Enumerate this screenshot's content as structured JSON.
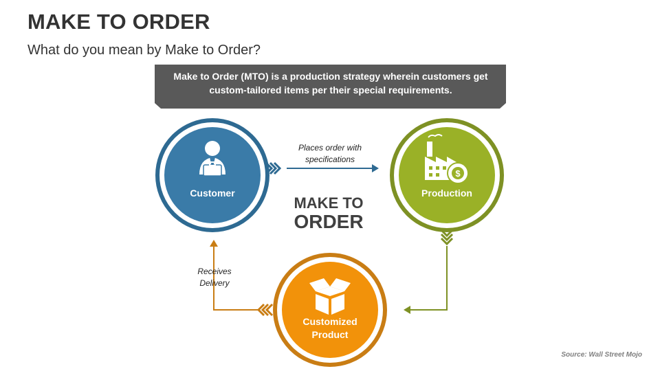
{
  "header": {
    "title": "MAKE TO ORDER",
    "subtitle": "What do you mean by Make to Order?"
  },
  "banner": {
    "line1": "Make to Order (MTO) is a production strategy wherein customers get",
    "line2": "custom-tailored items per their special requirements."
  },
  "center": {
    "line1": "MAKE TO",
    "line2": "ORDER"
  },
  "nodes": {
    "customer": {
      "label": "Customer",
      "color": "#3a7ba8",
      "ring": "#2e6a92",
      "icon": "businessman-icon"
    },
    "production": {
      "label": "Production",
      "color": "#9ab127",
      "ring": "#7e9124",
      "icon": "factory-gear-icon"
    },
    "product": {
      "line1": "Customized",
      "line2": "Product",
      "color": "#f2920a",
      "ring": "#c97d14",
      "icon": "open-box-icon"
    }
  },
  "edges": {
    "order": {
      "line1": "Places order with",
      "line2": "specifications"
    },
    "delivery": {
      "line1": "Receives",
      "line2": "Delivery"
    }
  },
  "colors": {
    "banner": "#595959",
    "title": "#333333",
    "center_text": "#404040"
  },
  "footer": {
    "source": "Source: Wall Street Mojo"
  }
}
